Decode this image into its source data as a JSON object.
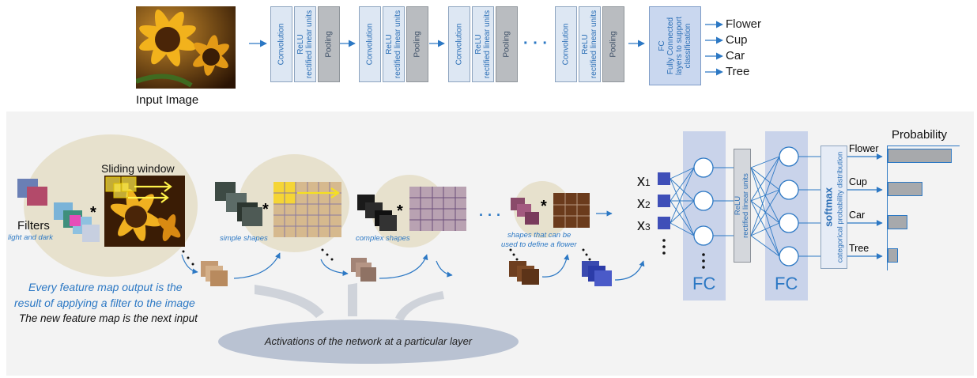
{
  "top": {
    "input_label": "Input Image",
    "stage_labels": {
      "convolution": "Convolution",
      "relu": "ReLU\nrectified linear units",
      "pooling": "Pooling"
    },
    "ellipsis": "· · ·",
    "fc_label": "FC\nFully Connected\nlayers to support\nclassification",
    "outputs": [
      "Flower",
      "Cup",
      "Car",
      "Tree"
    ]
  },
  "bottom": {
    "filters_label": "Filters",
    "filters_sub": "light and dark",
    "sliding_window": "Sliding window",
    "simple_shapes": "simple shapes",
    "complex_shapes": "complex shapes",
    "flower_shapes_1": "shapes that can be",
    "flower_shapes_2": "used to define a flower",
    "caption_line1": "Every feature map output is the",
    "caption_line2": "result of applying a filter to the image",
    "caption_line3": "The new feature map is the next input",
    "activations": "Activations of the network at a particular layer",
    "inputs": [
      "x",
      "x",
      "x"
    ],
    "input_subs": [
      "1",
      "2",
      "3"
    ],
    "fc_a": "FC",
    "fc_b": "FC",
    "relu_v": "ReLU\nrectified linear units",
    "softmax": "softmax",
    "softmax_sub": "categorical probability distribution",
    "probability_title": "Probability",
    "classes": [
      "Flower",
      "Cup",
      "Car",
      "Tree"
    ],
    "probabilities": [
      0.72,
      0.39,
      0.22,
      0.12
    ],
    "star": "*"
  },
  "colors": {
    "accent_blue": "#2c78c4",
    "fc_panel": "#c9d3ea",
    "bar_gray": "#a7a9ac",
    "tan_blob": "#e7e1cd"
  }
}
